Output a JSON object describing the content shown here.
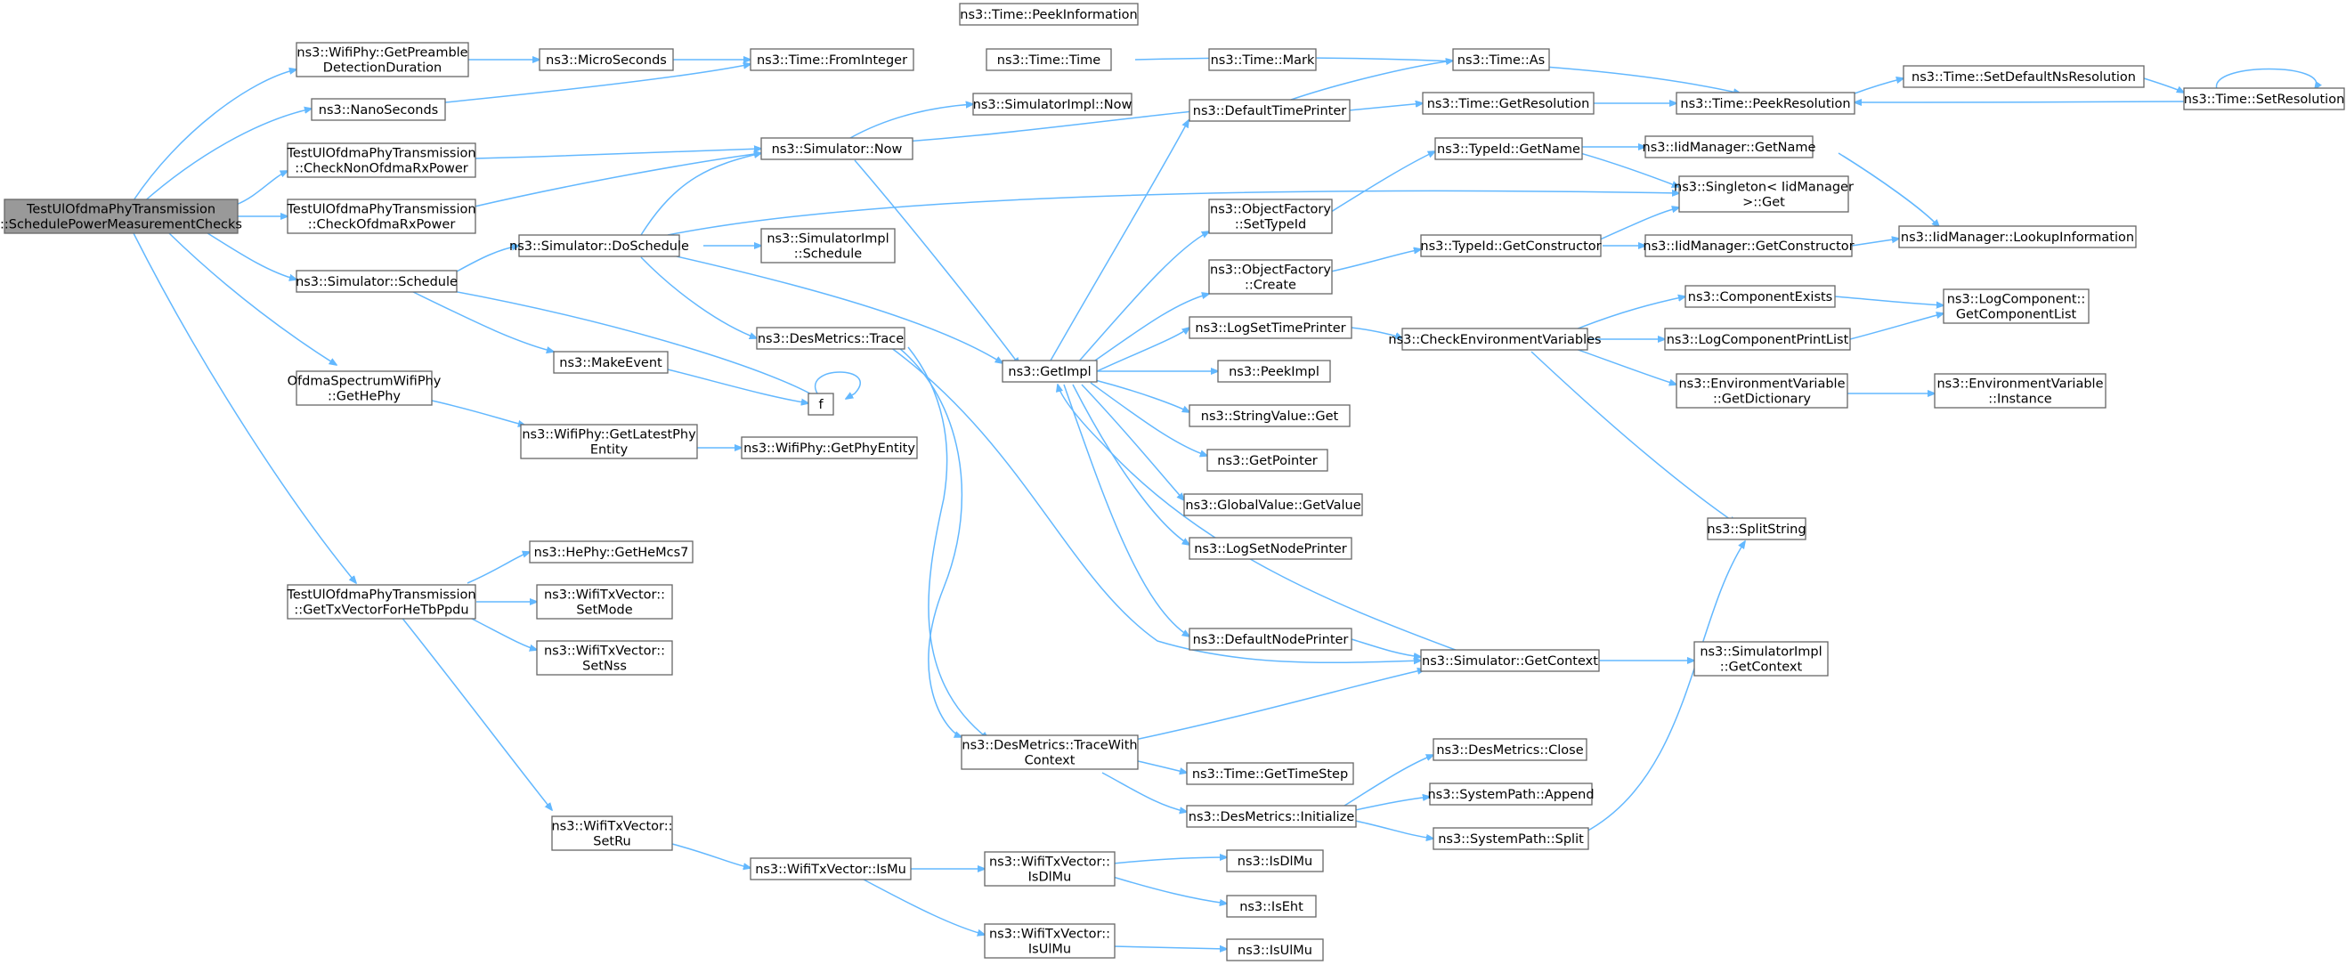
{
  "colors": {
    "edge": "#63b8ff",
    "root_fill": "#999999",
    "node_border": "#666666"
  },
  "nodes": {
    "root": [
      "TestUlOfdmaPhyTransmission",
      "::SchedulePowerMeasurementChecks"
    ],
    "getPreamble": [
      "ns3::WifiPhy::GetPreamble",
      "DetectionDuration"
    ],
    "nanoSeconds": [
      "ns3::NanoSeconds"
    ],
    "checkNonOfdma": [
      "TestUlOfdmaPhyTransmission",
      "::CheckNonOfdmaRxPower"
    ],
    "checkOfdma": [
      "TestUlOfdmaPhyTransmission",
      "::CheckOfdmaRxPower"
    ],
    "schedule": [
      "ns3::Simulator::Schedule"
    ],
    "getHePhy": [
      "OfdmaSpectrumWifiPhy",
      "::GetHePhy"
    ],
    "getTxVector": [
      "TestUlOfdmaPhyTransmission",
      "::GetTxVectorForHeTbPpdu"
    ],
    "microSeconds": [
      "ns3::MicroSeconds"
    ],
    "doSchedule": [
      "ns3::Simulator::DoSchedule"
    ],
    "makeEvent": [
      "ns3::MakeEvent"
    ],
    "getLatestPhy": [
      "ns3::WifiPhy::GetLatestPhy",
      "Entity"
    ],
    "getHeMcs7": [
      "ns3::HePhy::GetHeMcs7"
    ],
    "setMode": [
      "ns3::WifiTxVector::",
      "SetMode"
    ],
    "setNss": [
      "ns3::WifiTxVector::",
      "SetNss"
    ],
    "setRu": [
      "ns3::WifiTxVector::",
      "SetRu"
    ],
    "fromInteger": [
      "ns3::Time::FromInteger"
    ],
    "simNow": [
      "ns3::Simulator::Now"
    ],
    "simImplSchedule": [
      "ns3::SimulatorImpl",
      "::Schedule"
    ],
    "desTrace": [
      "ns3::DesMetrics::Trace"
    ],
    "fFunc": [
      "f"
    ],
    "getPhyEntity": [
      "ns3::WifiPhy::GetPhyEntity"
    ],
    "isMu": [
      "ns3::WifiTxVector::IsMu"
    ],
    "traceWithContext": [
      "ns3::DesMetrics::TraceWith",
      "Context"
    ],
    "peekInfo": [
      "ns3::Time::PeekInformation"
    ],
    "timeTime": [
      "ns3::Time::Time"
    ],
    "simImplNow": [
      "ns3::SimulatorImpl::Now"
    ],
    "getImpl": [
      "ns3::GetImpl"
    ],
    "isDlMuV": [
      "ns3::WifiTxVector::",
      "IsDlMu"
    ],
    "isUlMuV": [
      "ns3::WifiTxVector::",
      "IsUlMu"
    ],
    "getTimeStep": [
      "ns3::Time::GetTimeStep"
    ],
    "desInit": [
      "ns3::DesMetrics::Initialize"
    ],
    "timeMark": [
      "ns3::Time::Mark"
    ],
    "defaultTimePrinter": [
      "ns3::DefaultTimePrinter"
    ],
    "objSetTypeId": [
      "ns3::ObjectFactory",
      "::SetTypeId"
    ],
    "objCreate": [
      "ns3::ObjectFactory",
      "::Create"
    ],
    "logSetTimePrinter": [
      "ns3::LogSetTimePrinter"
    ],
    "peekImpl": [
      "ns3::PeekImpl"
    ],
    "stringValueGet": [
      "ns3::StringValue::Get"
    ],
    "getPointer": [
      "ns3::GetPointer"
    ],
    "globalValueGet": [
      "ns3::GlobalValue::GetValue"
    ],
    "logSetNodePrinter": [
      "ns3::LogSetNodePrinter"
    ],
    "defaultNodePrinter": [
      "ns3::DefaultNodePrinter"
    ],
    "isDlMu": [
      "ns3::IsDlMu"
    ],
    "isEht": [
      "ns3::IsEht"
    ],
    "isUlMu": [
      "ns3::IsUlMu"
    ],
    "timeAs": [
      "ns3::Time::As"
    ],
    "timeGetRes": [
      "ns3::Time::GetResolution"
    ],
    "typeIdGetName": [
      "ns3::TypeId::GetName"
    ],
    "typeIdGetCtor": [
      "ns3::TypeId::GetConstructor"
    ],
    "checkEnv": [
      "ns3::CheckEnvironmentVariables"
    ],
    "simGetContext": [
      "ns3::Simulator::GetContext"
    ],
    "desClose": [
      "ns3::DesMetrics::Close"
    ],
    "sysAppend": [
      "ns3::SystemPath::Append"
    ],
    "sysSplit": [
      "ns3::SystemPath::Split"
    ],
    "peekRes": [
      "ns3::Time::PeekResolution"
    ],
    "iidGetName": [
      "ns3::IidManager::GetName"
    ],
    "singletonGet": [
      "ns3::Singleton< IidManager",
      ">::Get"
    ],
    "iidGetCtor": [
      "ns3::IidManager::GetConstructor"
    ],
    "compExists": [
      "ns3::ComponentExists"
    ],
    "logCompPrintList": [
      "ns3::LogComponentPrintList"
    ],
    "envGetDict": [
      "ns3::EnvironmentVariable",
      "::GetDictionary"
    ],
    "splitString": [
      "ns3::SplitString"
    ],
    "simImplGetContext": [
      "ns3::SimulatorImpl",
      "::GetContext"
    ],
    "setDefaultNsRes": [
      "ns3::Time::SetDefaultNsResolution"
    ],
    "iidLookup": [
      "ns3::IidManager::LookupInformation"
    ],
    "logCompGetList": [
      "ns3::LogComponent::",
      "GetComponentList"
    ],
    "envInstance": [
      "ns3::EnvironmentVariable",
      "::Instance"
    ],
    "setRes": [
      "ns3::Time::SetResolution"
    ]
  }
}
